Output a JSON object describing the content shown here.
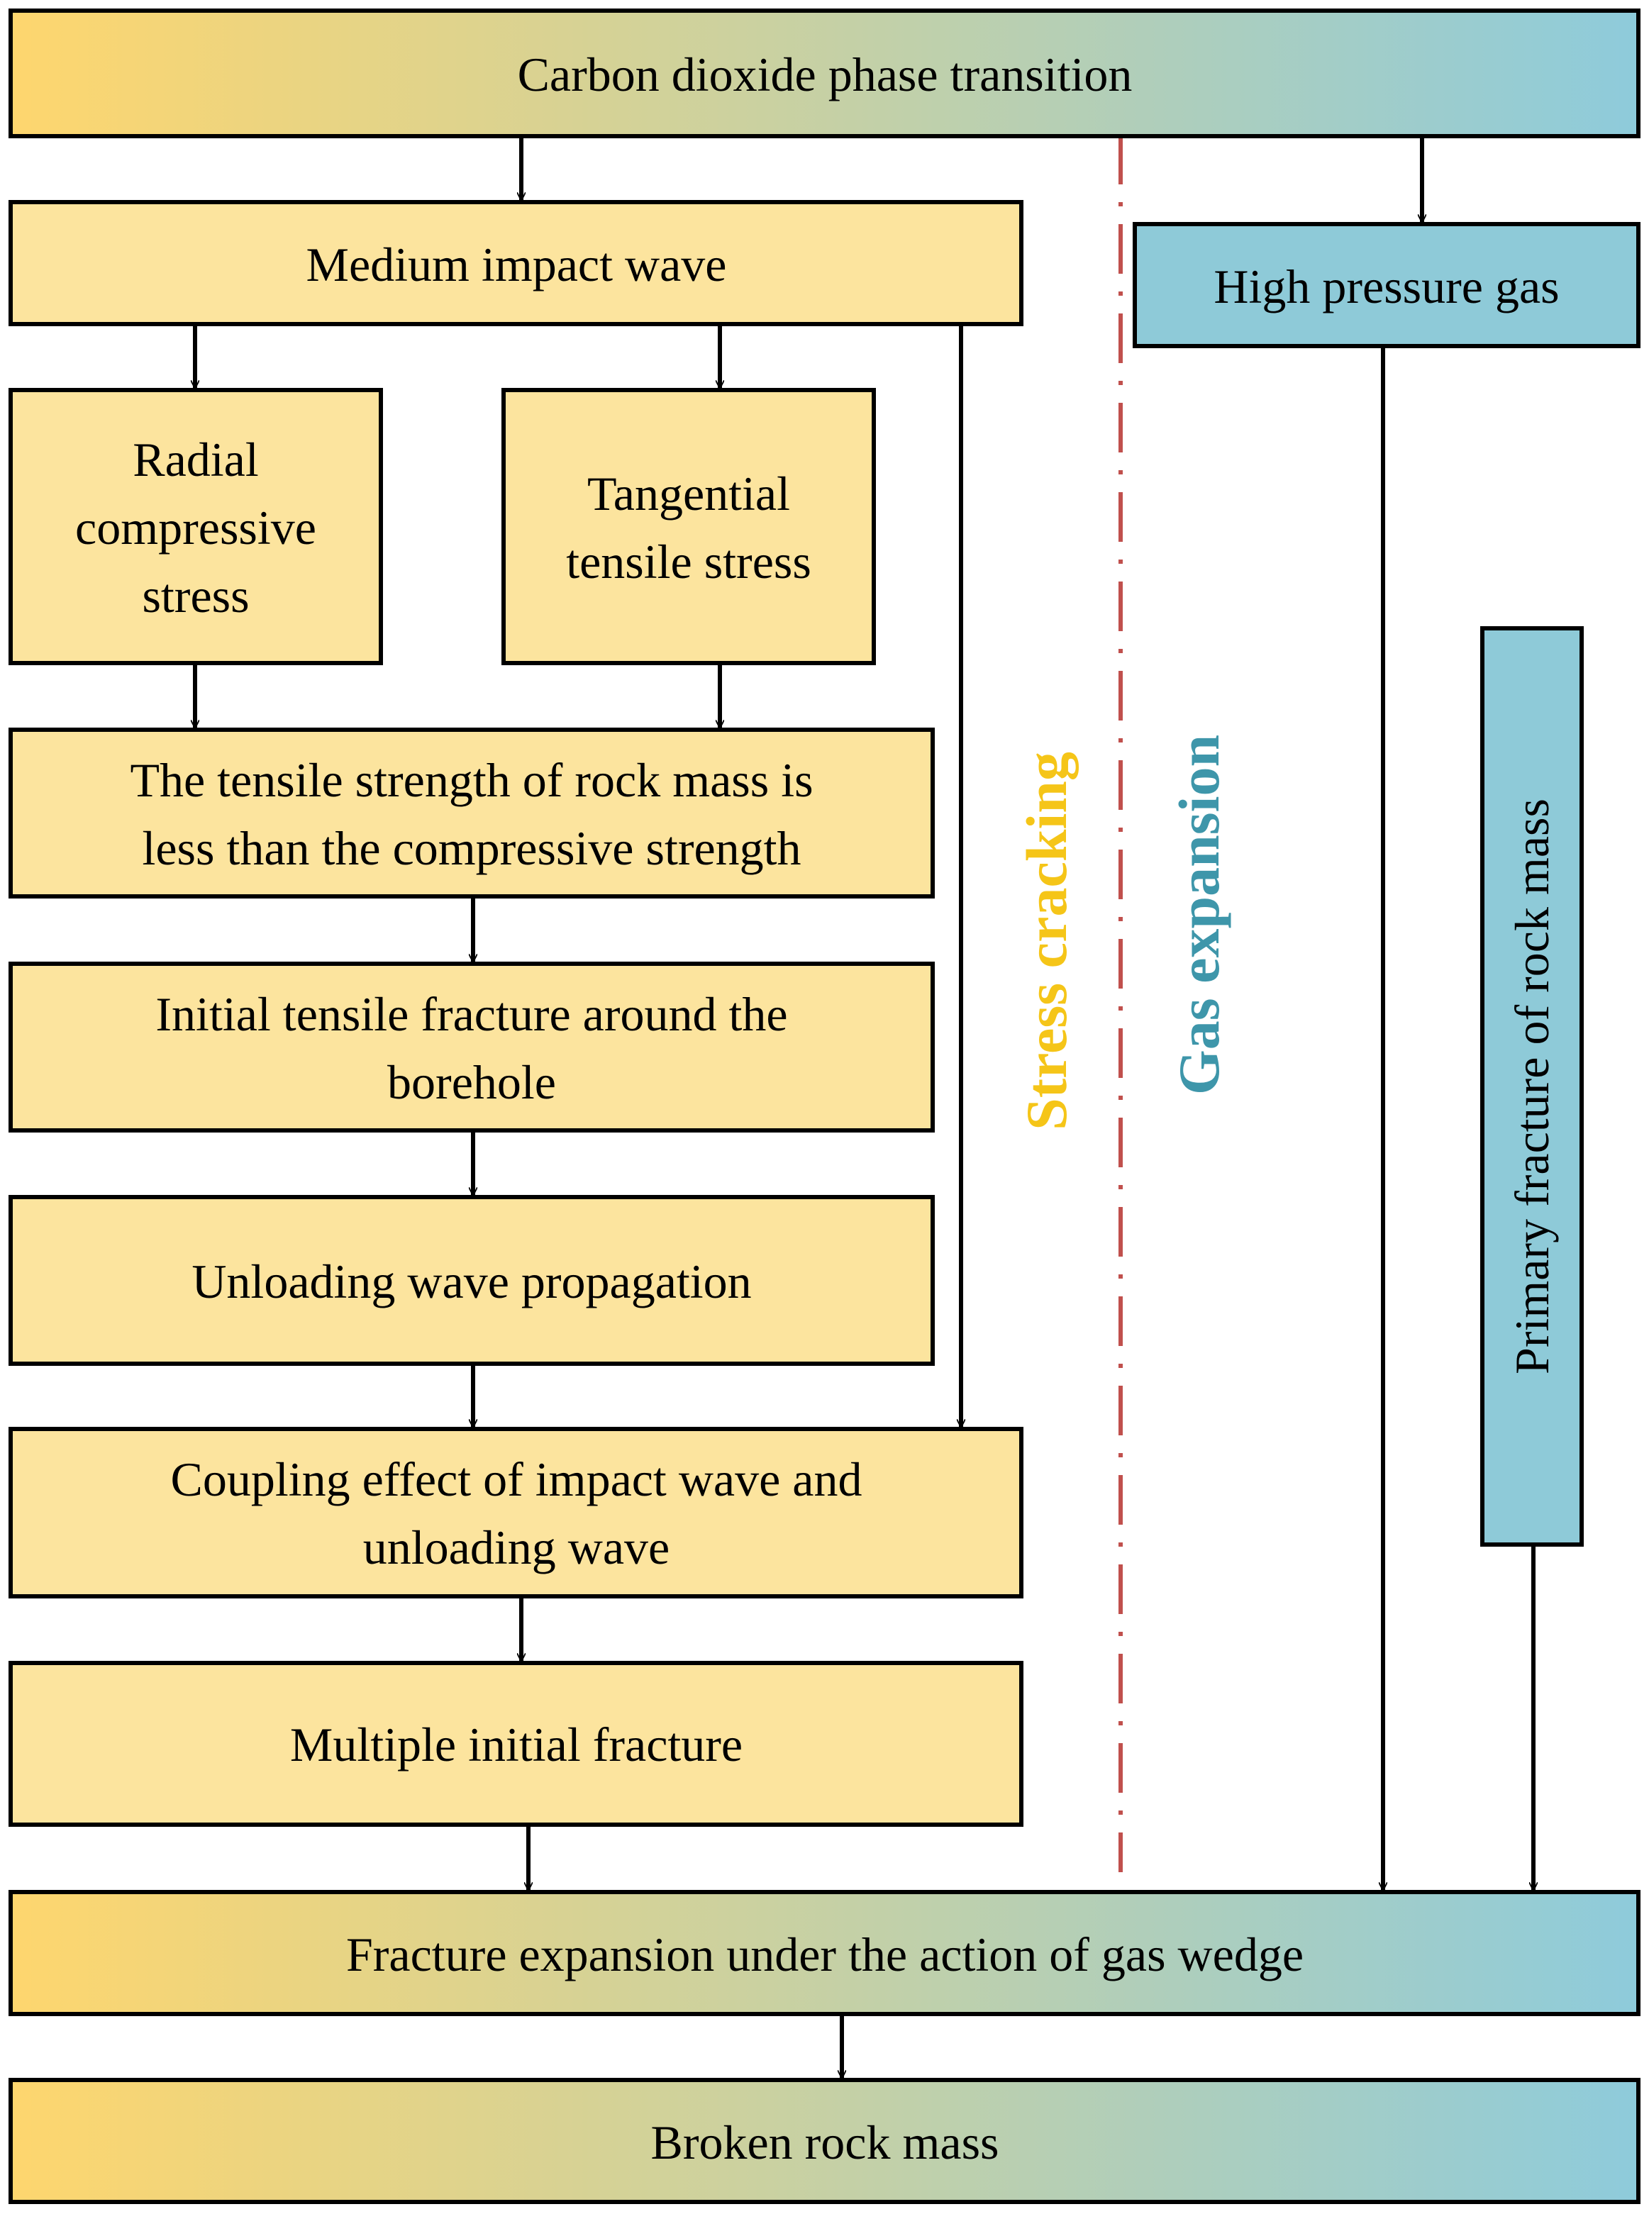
{
  "diagram": {
    "colors": {
      "yellow_fill": "#FCE49E",
      "blue_fill": "#8ECAD8",
      "gradient_start": "#FED66E",
      "gradient_end": "#8ECBDB",
      "stress_label": "#F5C518",
      "gas_label": "#3E96AA",
      "divider": "#C0504D"
    },
    "nodes": {
      "co2": {
        "lines": [
          "Carbon dioxide phase transition"
        ]
      },
      "impact": {
        "lines": [
          "Medium impact wave"
        ]
      },
      "hpgas": {
        "lines": [
          "High pressure gas"
        ]
      },
      "radial": {
        "lines": [
          "Radial",
          "compressive",
          "stress"
        ]
      },
      "tangential": {
        "lines": [
          "Tangential",
          "tensile stress"
        ]
      },
      "strength": {
        "lines": [
          "The tensile strength of rock mass is",
          "less than the compressive strength"
        ]
      },
      "initial": {
        "lines": [
          "Initial tensile fracture around the",
          "borehole"
        ]
      },
      "unloading": {
        "lines": [
          "Unloading wave propagation"
        ]
      },
      "coupling": {
        "lines": [
          "Coupling effect of impact wave and",
          "unloading wave"
        ]
      },
      "multiple": {
        "lines": [
          "Multiple initial fracture"
        ]
      },
      "primary": {
        "lines": [
          "Primary fracture of rock mass"
        ]
      },
      "wedge": {
        "lines": [
          "Fracture expansion under the action of gas wedge"
        ]
      },
      "broken": {
        "lines": [
          "Broken rock mass"
        ]
      }
    },
    "labels": {
      "stress": "Stress cracking",
      "gas": "Gas expansion"
    }
  }
}
